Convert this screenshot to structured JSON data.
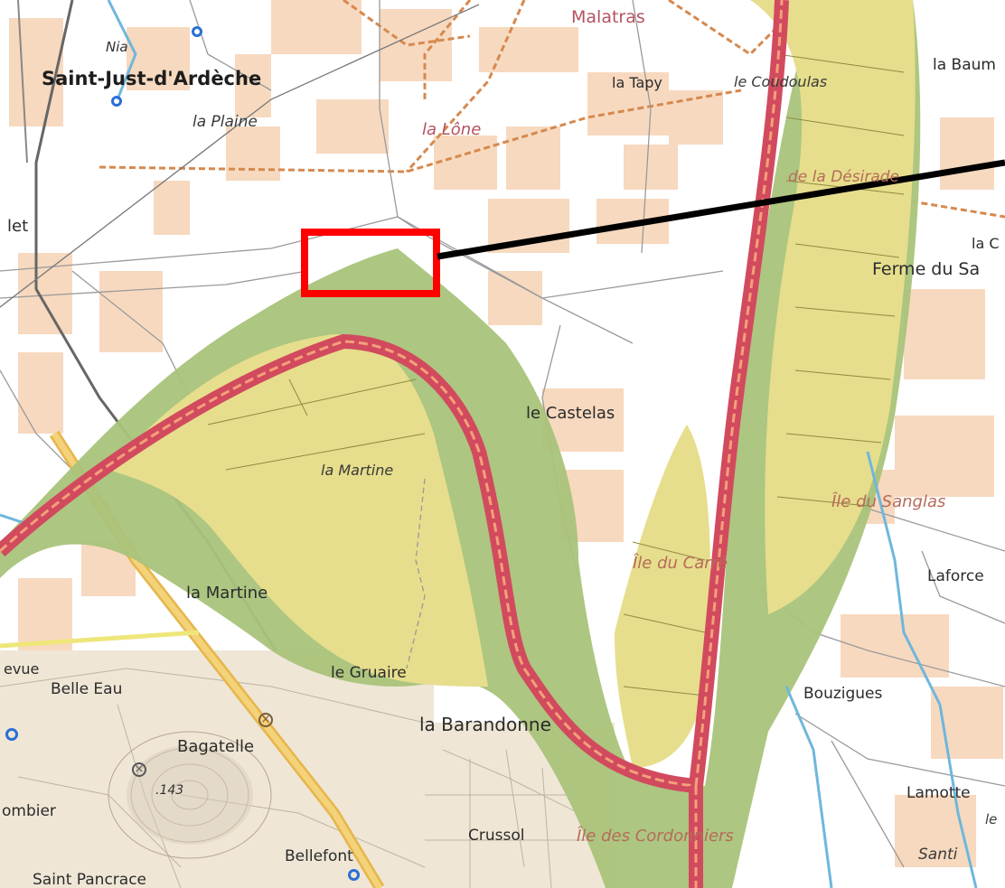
{
  "map": {
    "colors": {
      "background": "#ffffff",
      "fields": "#f7d9bf",
      "floodplain": "#e6de8c",
      "riverbank": "#a9c37a",
      "river": "#d24a5e",
      "river_dash": "#f3a07a",
      "highlight_box": "#ff0000",
      "leader_line": "#000000",
      "boundary": "#d6894f",
      "water_blue": "#6fb7dc"
    },
    "labels": {
      "malatras": "Malatras",
      "nia": "Nia",
      "saint_just": "Saint-Just-d'Ardèche",
      "la_tapy": "la Tapy",
      "le_coudoulas": "le Coudoulas",
      "la_baume": "la Baum",
      "la_plaine": "la Plaine",
      "la_lone": "la Lône",
      "de_la_desirade": "de la Désirade",
      "let": "let",
      "la_c": "la C",
      "ferme_du_sa": "Ferme du Sa",
      "le_castelas": "le Castelas",
      "la_martine_italic": "la Martine",
      "ile_du_sanglas": "Île du Sanglas",
      "ile_du_carre": "Île du Carré",
      "laforce": "Laforce",
      "la_martine": "la Martine",
      "evue": "evue",
      "belle_eau": "Belle Eau",
      "le_gruaire": "le Gruaire",
      "la_barandonne": "la Barandonne",
      "bouzigues": "Bouzigues",
      "bagatelle": "Bagatelle",
      "elevation": ".143",
      "ombier": "ombier",
      "crussol": "Crussol",
      "ile_des_cordonniers": "Île des Cordonniers",
      "lamotte": "Lamotte",
      "le": "le",
      "bellefont": "Bellefont",
      "santi": "Santi",
      "saint_pancrace": "Saint Pancrace"
    },
    "icons": [
      "bus-stop-icon",
      "monument-icon"
    ]
  }
}
